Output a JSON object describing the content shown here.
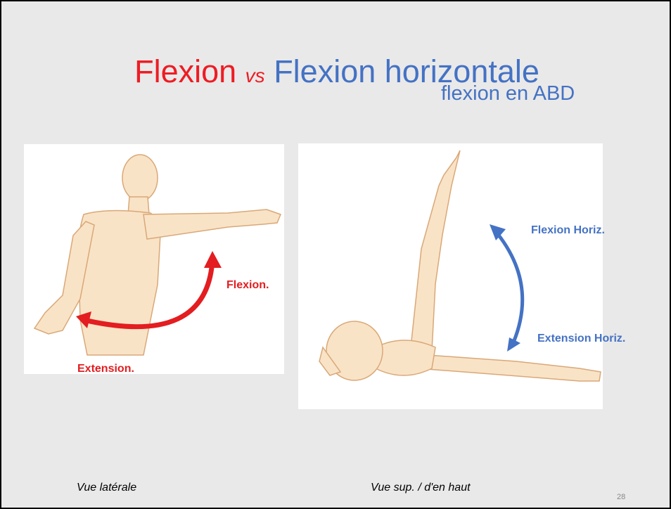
{
  "slide": {
    "title_part1": "Flexion",
    "title_vs": "vs",
    "title_part2": "Flexion horizontale",
    "subtitle": "flexion en ABD",
    "page_number": "28"
  },
  "left_figure": {
    "label_flexion": "Flexion.",
    "label_extension": "Extension.",
    "caption": "Vue latérale"
  },
  "right_figure": {
    "label_flexion": "Flexion Horiz.",
    "label_extension": "Extension Horiz.",
    "caption": "Vue sup. / d'en haut"
  },
  "colors": {
    "red": "#ee1c24",
    "blue": "#4472c4",
    "background": "#e9e9e9",
    "skin": "#f9e3c6",
    "skin_outline": "#d9a878"
  }
}
